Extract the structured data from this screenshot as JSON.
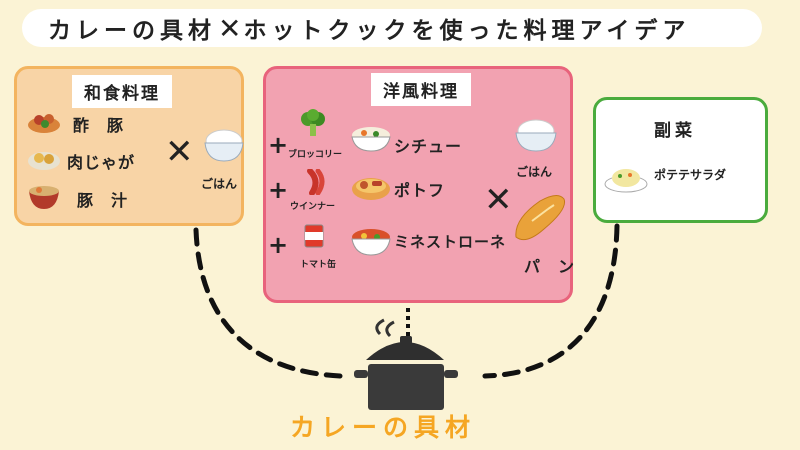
{
  "title": {
    "part1": "カレーの具材",
    "cross": "✕",
    "part2": "ホットクックを使った料理アイデア"
  },
  "washoku": {
    "heading": "和食料理",
    "items": [
      "酢　豚",
      "肉じゃが",
      "豚　汁"
    ],
    "times": "✕",
    "rice_label": "ごはん"
  },
  "yofu": {
    "heading": "洋風料理",
    "plus": "+",
    "rows": [
      {
        "ingredient": "ブロッコリー",
        "dish": "シチュー"
      },
      {
        "ingredient": "ウインナー",
        "dish": "ポトフ"
      },
      {
        "ingredient": "トマト缶",
        "dish": "ミネストローネ"
      }
    ],
    "times": "✕",
    "rice_label": "ごはん",
    "bread_label": "パ　ン"
  },
  "fukusai": {
    "heading": "副菜",
    "dish": "ポテテサラダ"
  },
  "bottom_label": "カレーの具材",
  "icons": [
    "subuta-icon",
    "nikujaga-icon",
    "tonjiru-icon",
    "rice-bowl-icon",
    "broccoli-icon",
    "stew-icon",
    "sausage-icon",
    "pot-au-feu-icon",
    "tomato-can-icon",
    "minestrone-icon",
    "bread-icon",
    "potato-salad-icon",
    "cooking-pot-icon"
  ],
  "colors": {
    "background": "#fbf3d5",
    "washoku_fill": "#f8d4a6",
    "washoku_border": "#f3b45f",
    "yofu_fill": "#f2a2b1",
    "yofu_border": "#e8637c",
    "fukusai_border": "#4aab3d",
    "accent_text": "#f5a623"
  }
}
